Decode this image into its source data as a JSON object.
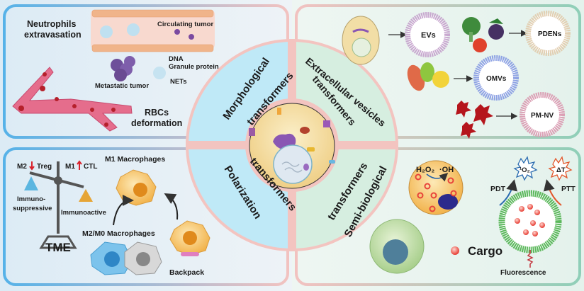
{
  "quadrants": {
    "top_left": {
      "title": "Morphological transformers",
      "title_line1": "Morphological",
      "title_line2": "transformers",
      "labels": {
        "neutrophils": [
          "Neutrophils",
          "extravasation"
        ],
        "circulating_tumor": "Circulating tumor",
        "dna": "DNA",
        "granule_protein": "Granule protein",
        "nets": "NETs",
        "metastatic_tumor": "Metastatic tumor",
        "rbcs": [
          "RBCs",
          "deformation"
        ]
      },
      "border_color": "#5ab4e6"
    },
    "top_right": {
      "title": "Extracellular vesicles transformers",
      "title_line1": "Extracellular vesicles",
      "title_line2": "transformers",
      "labels": {
        "evs": "EVs",
        "pdens": "PDENs",
        "omvs": "OMVs",
        "pm_nv": "PM-NV"
      },
      "border_color": "#8fcfb8"
    },
    "bottom_left": {
      "title": "Polarization transformers",
      "title_line1": "Polarization",
      "title_line2": "transformers",
      "labels": {
        "m2": "M2",
        "treg": "Treg",
        "m1": "M1",
        "ctl": "CTL",
        "immunosuppressive": [
          "Immuno-",
          "suppressive"
        ],
        "immunoactive": "Immunoactive",
        "tme": "TME",
        "m1_macrophages": "M1 Macrophages",
        "m2_m0_macrophages": "M2/M0 Macrophages",
        "backpack": "Backpack"
      },
      "border_color": "#5ab4e6"
    },
    "bottom_right": {
      "title": "Semi-biological transformers",
      "title_line1": "Semi-biological",
      "title_line2": "transformers",
      "labels": {
        "h2o2": "H₂O₂",
        "oh": "·OH",
        "singlet_oxygen": "¹O₂",
        "delta_t": "ΔT",
        "pdt": "PDT",
        "ptt": "PTT",
        "cargo": "Cargo",
        "fluorescence": "Fluorescence"
      },
      "border_color": "#8fcfb8"
    }
  },
  "colors": {
    "ring_pink": "#f3c4c0",
    "blue_sector": "#bfe9f7",
    "green_sector": "#d6eee0",
    "cell_fill": "#f6dfa6",
    "text": "#1a1a1a",
    "arrow_red": "#d9232d"
  }
}
